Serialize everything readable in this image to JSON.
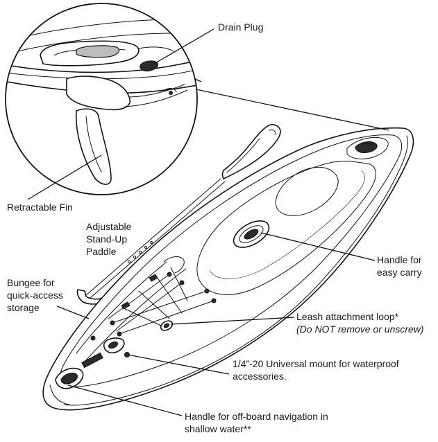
{
  "labels": {
    "drain_plug": "Drain Plug",
    "retractable_fin": "Retractable Fin",
    "paddle": [
      "Adjustable",
      "Stand-Up",
      "Paddle"
    ],
    "bungee": [
      "Bungee for",
      "quick-access",
      "storage"
    ],
    "handle_carry": [
      "Handle for",
      "easy carry"
    ],
    "leash": [
      "Leash attachment loop*",
      "(Do NOT remove or unscrew)"
    ],
    "mount": [
      "1/4”-20 Universal mount for waterproof",
      "accessories."
    ],
    "handle_offboard": [
      "Handle for off-board navigation in",
      "shallow water**"
    ]
  },
  "colors": {
    "line": "#111111",
    "background": "#ffffff",
    "fill_grey": "#bdbdbd"
  }
}
